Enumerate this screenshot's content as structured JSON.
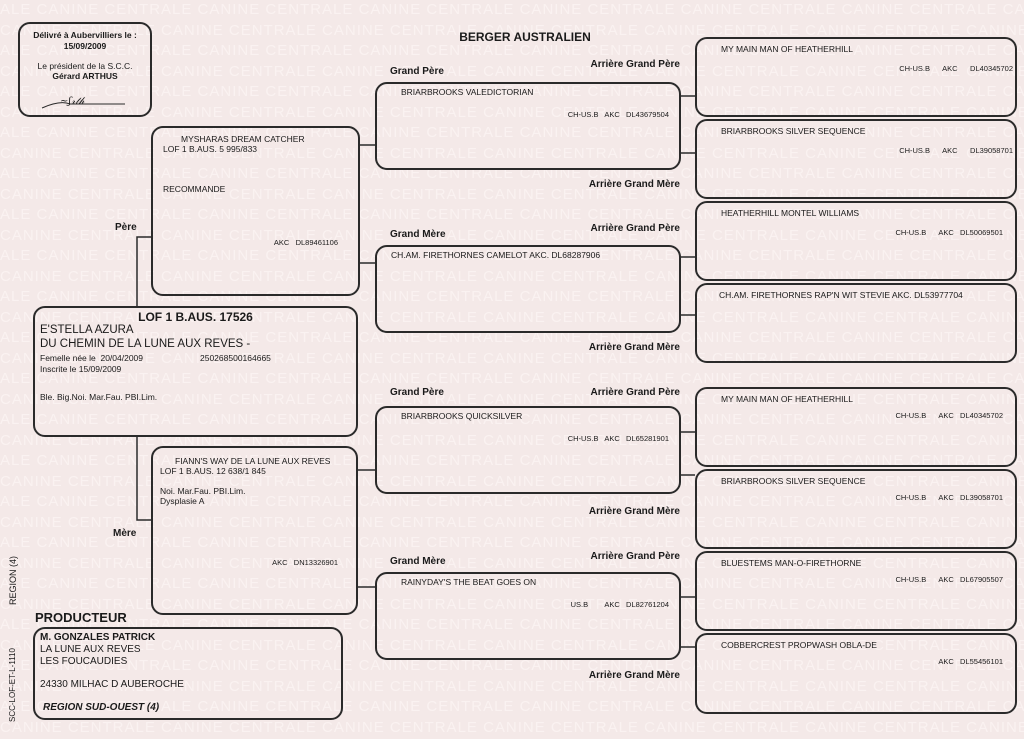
{
  "watermark": "CANINE CENTRALE",
  "title": "BERGER AUSTRALIEN",
  "delivery": {
    "line1": "Délivré à Aubervilliers le :",
    "date": "15/09/2009",
    "line2": "Le président de la S.C.C.",
    "name": "Gérard ARTHUS"
  },
  "labels": {
    "pere": "Père",
    "mere": "Mère",
    "grand_pere": "Grand Père",
    "grand_mere": "Grand Mère",
    "arriere_grand_pere": "Arrière Grand Père",
    "arriere_grand_mere": "Arrière Grand Mère",
    "producteur": "PRODUCTEUR"
  },
  "dog": {
    "lof": "LOF 1 B.AUS. 17526",
    "name1": "E'STELLA AZURA",
    "name2": "DU CHEMIN DE LA LUNE AUX REVES -",
    "born": "Femelle née le  20/04/2009",
    "chip": "250268500164665",
    "registered": "Inscrite le 15/09/2009",
    "tests": "Ble. Big.Noi. Mar.Fau. PBI.Lim."
  },
  "pere": {
    "name": "MYSHARAS DREAM CATCHER",
    "lof": "LOF 1 B.AUS. 5 995/833",
    "note": "RECOMMANDE",
    "reg": "AKC   DL89461106"
  },
  "mere": {
    "name": "FIANN'S WAY DE LA LUNE AUX REVES",
    "lof": "LOF 1 B.AUS. 12 638/1 845",
    "tests": "Noi. Mar.Fau. PBI.Lim.",
    "dysplasia": "Dysplasie A",
    "reg": "AKC   DN13326901"
  },
  "grandparents": [
    {
      "name": "BRIARBROOKS VALEDICTORIAN",
      "reg": "CH-US.B   AKC   DL43679504"
    },
    {
      "name": "CH.AM. FIRETHORNES CAMELOT  AKC. DL68287906",
      "reg": ""
    },
    {
      "name": "BRIARBROOKS QUICKSILVER",
      "reg": "CH-US.B   AKC   DL65281901"
    },
    {
      "name": "RAINYDAY'S THE BEAT GOES ON",
      "reg": "US.B        AKC   DL82761204"
    }
  ],
  "great_grandparents": [
    {
      "name": "MY MAIN MAN OF HEATHERHILL",
      "reg": "CH-US.B      AKC      DL40345702"
    },
    {
      "name": "BRIARBROOKS SILVER SEQUENCE",
      "reg": "CH-US.B      AKC      DL39058701"
    },
    {
      "name": "HEATHERHILL MONTEL WILLIAMS",
      "reg": "CH-US.B      AKC   DL50069501"
    },
    {
      "name": "CH.AM. FIRETHORNES RAP'N WIT STEVIE  AKC. DL53977704",
      "reg": ""
    },
    {
      "name": "MY MAIN MAN OF HEATHERHILL",
      "reg": "CH-US.B      AKC   DL40345702"
    },
    {
      "name": "BRIARBROOKS SILVER SEQUENCE",
      "reg": "CH-US.B      AKC   DL39058701"
    },
    {
      "name": "BLUESTEMS MAN-O-FIRETHORNE",
      "reg": "CH-US.B      AKC   DL67905507"
    },
    {
      "name": "COBBERCREST PROPWASH OBLA-DE",
      "reg": "AKC   DL55456101"
    }
  ],
  "producer": {
    "name": "M. GONZALES PATRICK",
    "line1": "LA LUNE AUX REVES",
    "line2": "LES FOUCAUDIES",
    "address": "24330 MILHAC D AUBEROCHE",
    "region": "REGION SUD-OUEST (4)"
  },
  "side": {
    "region": "REGION (4)",
    "code": "SCC-LOF-ET-L-1110"
  }
}
